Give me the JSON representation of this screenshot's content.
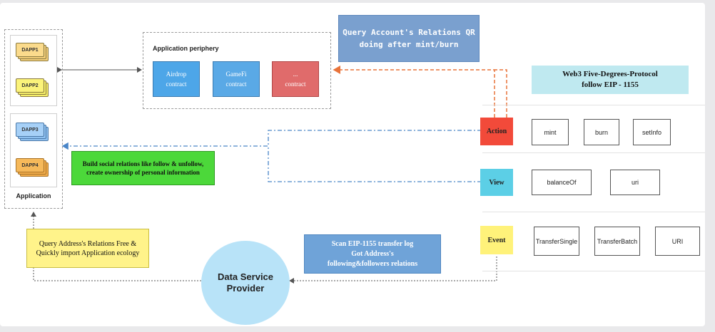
{
  "application": {
    "label": "Application",
    "dapps": [
      "DAPP1",
      "DAPP2",
      "DAPP3",
      "DAPP4"
    ]
  },
  "periphery": {
    "title": "Application periphery",
    "contracts": [
      {
        "name": "Airdrop",
        "sub": "contract",
        "color": "#4da6e8"
      },
      {
        "name": "GameFi",
        "sub": "contract",
        "color": "#5aa9e6"
      },
      {
        "name": "...",
        "sub": "contract",
        "color": "#e06b6b"
      }
    ]
  },
  "query_mint": {
    "line1": "Query Account's Relations QR",
    "line2": "doing after mint/burn"
  },
  "protocol": {
    "line1": "Web3 Five-Degrees-Protocol",
    "line2": "follow EIP - 1155"
  },
  "categories": {
    "action": {
      "label": "Action",
      "methods": [
        "mint",
        "burn",
        "setInfo"
      ]
    },
    "view": {
      "label": "View",
      "methods": [
        "balanceOf",
        "uri"
      ]
    },
    "event": {
      "label": "Event",
      "methods": [
        "TransferSingle",
        "TransferBatch",
        "URI"
      ]
    }
  },
  "social": {
    "line1": "Build social relations like follow & unfollow,",
    "line2": "create ownership of personal information"
  },
  "query_free": {
    "line1": "Query Address's Relations Free &",
    "line2": "Quickly import Application ecology"
  },
  "provider": {
    "line1": "Data Service",
    "line2": "Provider"
  },
  "scan": {
    "line1": "Scan EIP-1155 transfer log",
    "line2": "Got Address's",
    "line3": "following&followers relations"
  },
  "colors": {
    "action": "#f24a3a",
    "view": "#5ccfe6",
    "event": "#fff27a",
    "social": "#4cd83a",
    "query_free": "#fff38a",
    "scan_box": "#6fa3d8",
    "query_mint_box": "#7aa0cf",
    "protocol_box": "#bfe9f0",
    "provider": "#b8e3f8",
    "orange_line": "#e8733a",
    "blue_line": "#4a86c8"
  }
}
